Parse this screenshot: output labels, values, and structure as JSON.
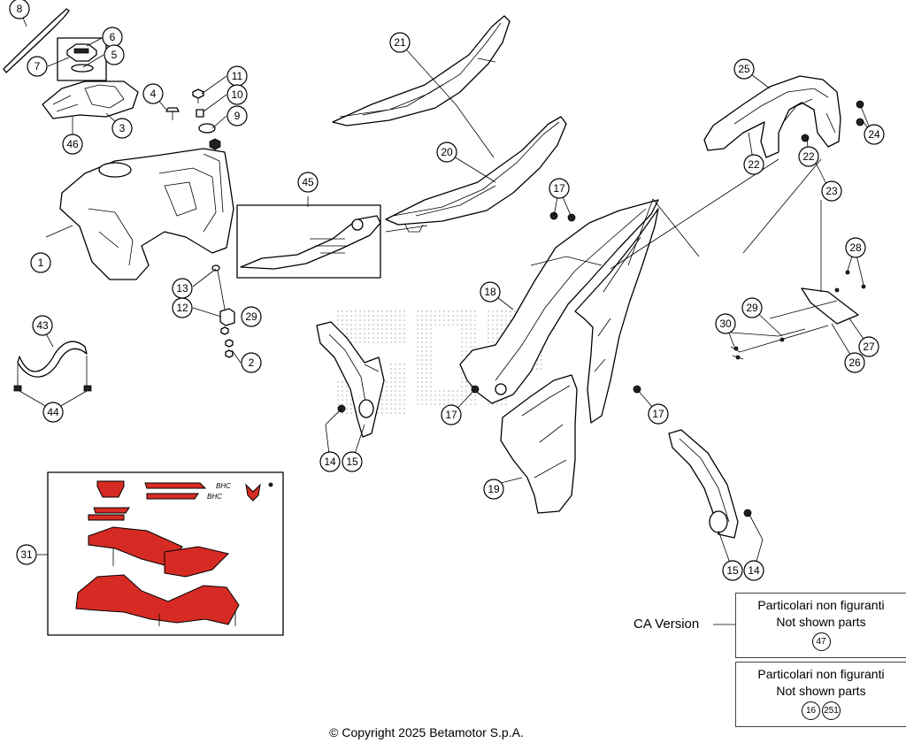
{
  "diagram": {
    "callouts": [
      "1",
      "2",
      "3",
      "4",
      "5",
      "6",
      "7",
      "8",
      "9",
      "10",
      "11",
      "12",
      "13",
      "14",
      "15",
      "16",
      "17",
      "18",
      "19",
      "20",
      "21",
      "22",
      "23",
      "24",
      "25",
      "26",
      "27",
      "28",
      "29",
      "30",
      "31",
      "43",
      "44",
      "45",
      "46",
      "47",
      "251"
    ],
    "ca_version_label": "CA Version",
    "not_shown_box_1": {
      "line1": "Particolari non figuranti",
      "line2": "Not shown parts",
      "parts": [
        "47"
      ]
    },
    "not_shown_box_2": {
      "line1": "Particolari non figuranti",
      "line2": "Not shown parts",
      "parts": [
        "16",
        "251"
      ]
    },
    "copyright": "© Copyright 2025 Betamotor S.p.A.",
    "watermark_text": "SOF",
    "decal_logo_text": "BHC"
  },
  "colors": {
    "decal_red": "#d62b24",
    "line": "#000000",
    "background": "#ffffff"
  }
}
